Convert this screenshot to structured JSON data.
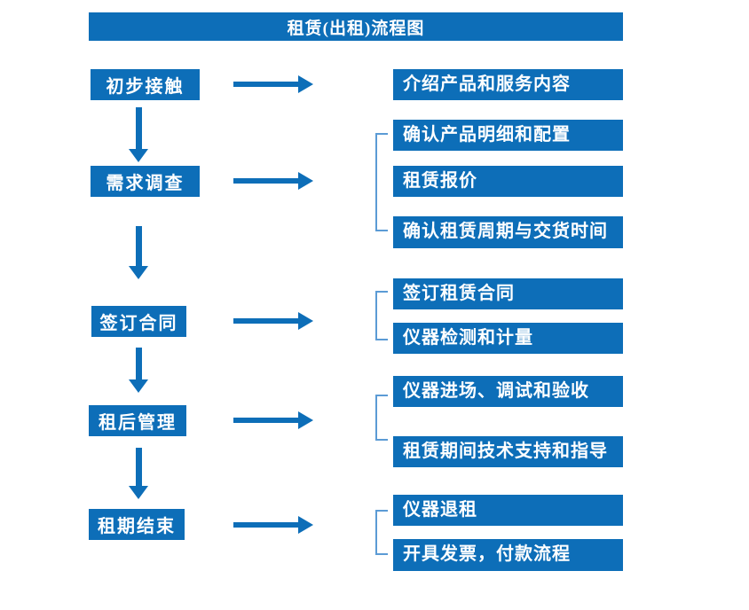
{
  "title": "租赁(出租)流程图",
  "colors": {
    "primary": "#0d6eb8",
    "bracket": "#5b9bd5"
  },
  "steps": [
    {
      "label": "初步接触",
      "details": [
        "介绍产品和服务内容"
      ]
    },
    {
      "label": "需求调查",
      "details": [
        "确认产品明细和配置",
        "租赁报价",
        "确认租赁周期与交货时间"
      ]
    },
    {
      "label": "签订合同",
      "details": [
        "签订租赁合同",
        "仪器检测和计量"
      ]
    },
    {
      "label": "租后管理",
      "details": [
        "仪器进场、调试和验收",
        "租赁期间技术支持和指导"
      ]
    },
    {
      "label": "租期结束",
      "details": [
        "仪器退租",
        "开具发票，付款流程"
      ]
    }
  ]
}
